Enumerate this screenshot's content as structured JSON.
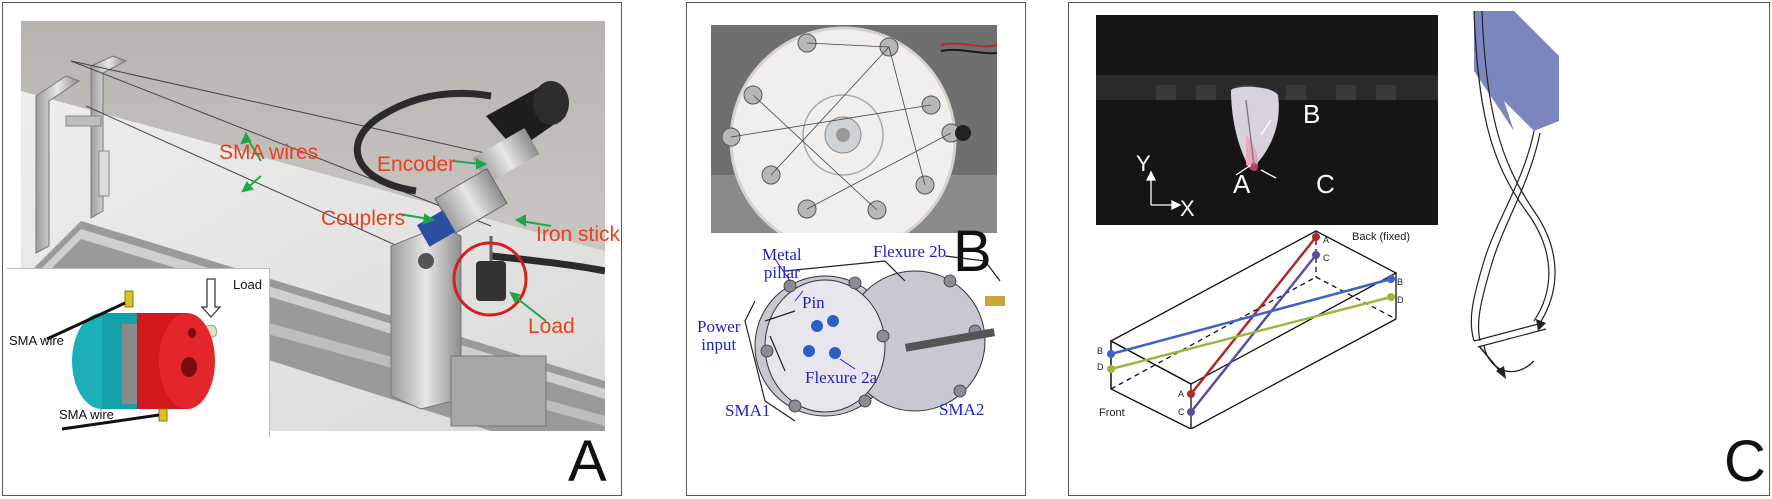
{
  "panel_a": {
    "panel_letter": "A",
    "labels": {
      "sma_wires": "SMA wires",
      "encoder": "Encoder",
      "couplers": "Couplers",
      "iron_stick": "Iron stick",
      "load": "Load"
    },
    "inset": {
      "load": "Load",
      "sma_wire_top": "SMA wire",
      "sma_wire_bottom": "SMA wire"
    }
  },
  "panel_b": {
    "panel_letter": "B",
    "labels": {
      "metal_pillar": "Metal\npillar",
      "flexure_2b": "Flexure 2b",
      "pin": "Pin",
      "power_input": "Power\ninput",
      "flexure_2a": "Flexure 2a",
      "sma1": "SMA1",
      "sma2": "SMA2"
    }
  },
  "panel_c": {
    "panel_letter": "C",
    "photo_labels": {
      "y_axis": "Y",
      "x_axis": "X",
      "a": "A",
      "b": "B",
      "c": "C"
    },
    "box_labels": {
      "back": "Back (fixed)",
      "front": "Front",
      "a_back": "A",
      "c_back": "C",
      "b_right": "B",
      "d_right": "D",
      "b_left": "B",
      "d_left": "D",
      "a_front": "A",
      "c_front": "C"
    }
  },
  "colors": {
    "label_red": "#e8411f",
    "label_green_arrow": "#1aa64a",
    "label_blue": "#1e1ec8",
    "cable_red": "#b02a2a",
    "cable_purple": "#5a4ea0",
    "cable_blue": "#3a64c8",
    "cable_green": "#9ab83c",
    "fixed_plate": "#7b86bf"
  }
}
